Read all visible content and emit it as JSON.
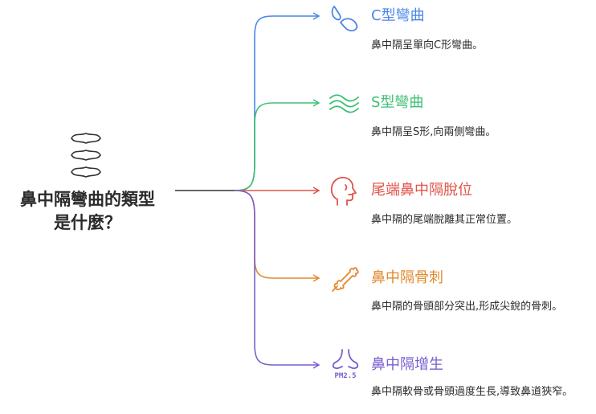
{
  "central": {
    "title_line1": "鼻中隔彎曲的類型",
    "title_line2": "是什麼？",
    "icon": "spine-vertebrae-icon"
  },
  "branches": [
    {
      "title": "C型彎曲",
      "description": "鼻中隔呈單向C形彎曲。",
      "color": "#4a86e8",
      "icon": "c-curve-drop-icon"
    },
    {
      "title": "S型彎曲",
      "description": "鼻中隔呈S形,向兩側彎曲。",
      "color": "#3cbf74",
      "icon": "waves-icon"
    },
    {
      "title": "尾端鼻中隔脫位",
      "description": "鼻中隔的尾端脫離其正常位置。",
      "color": "#e0534a",
      "icon": "head-profile-icon"
    },
    {
      "title": "鼻中隔骨刺",
      "description": "鼻中隔的骨頭部分突出,形成尖銳的骨刺。",
      "color": "#e2892e",
      "icon": "bone-spur-icon"
    },
    {
      "title": "鼻中隔增生",
      "description": "鼻中隔軟骨或骨頭過度生長,導致鼻道狹窄。",
      "color": "#7a5fcf",
      "icon": "nose-pm25-icon",
      "icon_text": "PM2.5"
    }
  ]
}
